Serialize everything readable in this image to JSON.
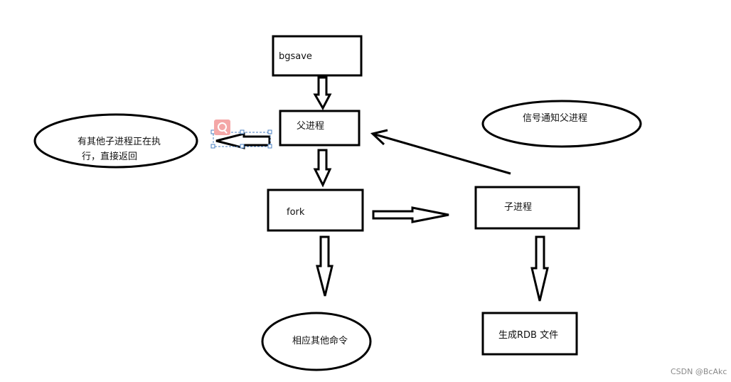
{
  "diagram": {
    "nodes": {
      "bgsave": "bgsave",
      "parent": "父进程",
      "fork": "fork",
      "child": "子进程",
      "rdb": "生成RDB  文件",
      "other_cmd": "相应其他命令",
      "signal": "信号通知父进程",
      "busy_line1": "有其他子进程正在执",
      "busy_line2": "行，直接返回"
    }
  },
  "footer": {
    "watermark": "CSDN @BcAkc"
  },
  "colors": {
    "stroke": "#000000",
    "selection": "#4a7fc1",
    "search_badge": "#f4a7a7"
  }
}
